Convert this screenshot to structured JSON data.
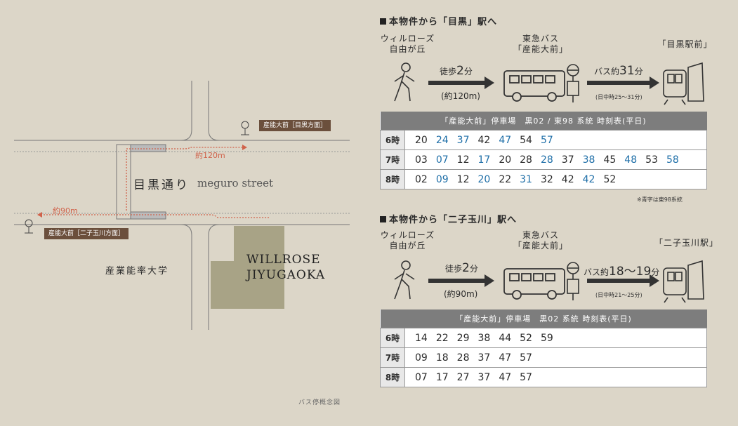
{
  "map": {
    "stop_top": "産能大前［目黒方面］",
    "stop_bottom": "産能大前［二子玉川方面］",
    "dist_top": "約120m",
    "dist_bottom": "約90m",
    "street_jp": "目黒通り",
    "street_en": "meguro street",
    "university": "産業能率大学",
    "building_line1": "WILLROSE",
    "building_line2": "JIYUGAOKA",
    "caption": "バス停概念図"
  },
  "route1": {
    "title": "本物件から「目黒」駅へ",
    "origin_line1": "ウィルローズ",
    "origin_line2": "自由が丘",
    "bus_line1": "東急バス",
    "bus_line2": "「産能大前」",
    "dest": "「目黒駅前」",
    "walk_prefix": "徒歩",
    "walk_num": "2",
    "walk_suffix": "分",
    "walk_dist": "(約120m)",
    "bus_prefix": "バス約",
    "bus_num": "31",
    "bus_suffix": "分",
    "bus_note": "(日中時25〜31分)",
    "table_title": "「産能大前」停車場　黒02 / 東98 系統 時刻表(平日)",
    "rows": [
      {
        "hour": "6時",
        "mins": [
          {
            "v": "20",
            "b": false
          },
          {
            "v": "24",
            "b": true
          },
          {
            "v": "37",
            "b": true
          },
          {
            "v": "42",
            "b": false
          },
          {
            "v": "47",
            "b": true
          },
          {
            "v": "54",
            "b": false
          },
          {
            "v": "57",
            "b": true
          }
        ]
      },
      {
        "hour": "7時",
        "mins": [
          {
            "v": "03",
            "b": false
          },
          {
            "v": "07",
            "b": true
          },
          {
            "v": "12",
            "b": false
          },
          {
            "v": "17",
            "b": true
          },
          {
            "v": "20",
            "b": false
          },
          {
            "v": "28",
            "b": false
          },
          {
            "v": "28",
            "b": true
          },
          {
            "v": "37",
            "b": false
          },
          {
            "v": "38",
            "b": true
          },
          {
            "v": "45",
            "b": false
          },
          {
            "v": "48",
            "b": true
          },
          {
            "v": "53",
            "b": false
          },
          {
            "v": "58",
            "b": true
          }
        ]
      },
      {
        "hour": "8時",
        "mins": [
          {
            "v": "02",
            "b": false
          },
          {
            "v": "09",
            "b": true
          },
          {
            "v": "12",
            "b": false
          },
          {
            "v": "20",
            "b": true
          },
          {
            "v": "22",
            "b": false
          },
          {
            "v": "31",
            "b": true
          },
          {
            "v": "32",
            "b": false
          },
          {
            "v": "42",
            "b": false
          },
          {
            "v": "42",
            "b": true
          },
          {
            "v": "52",
            "b": false
          }
        ]
      }
    ],
    "note": "※青字は東98系統"
  },
  "route2": {
    "title": "本物件から「二子玉川」駅へ",
    "origin_line1": "ウィルローズ",
    "origin_line2": "自由が丘",
    "bus_line1": "東急バス",
    "bus_line2": "「産能大前」",
    "dest": "「二子玉川駅」",
    "walk_prefix": "徒歩",
    "walk_num": "2",
    "walk_suffix": "分",
    "walk_dist": "(約90m)",
    "bus_prefix": "バス約",
    "bus_num": "18〜19",
    "bus_suffix": "分",
    "bus_note": "(日中時21〜25分)",
    "table_title": "「産能大前」停車場　黒02 系統 時刻表(平日)",
    "rows": [
      {
        "hour": "6時",
        "mins": [
          {
            "v": "14",
            "b": false
          },
          {
            "v": "22",
            "b": false
          },
          {
            "v": "29",
            "b": false
          },
          {
            "v": "38",
            "b": false
          },
          {
            "v": "44",
            "b": false
          },
          {
            "v": "52",
            "b": false
          },
          {
            "v": "59",
            "b": false
          }
        ]
      },
      {
        "hour": "7時",
        "mins": [
          {
            "v": "09",
            "b": false
          },
          {
            "v": "18",
            "b": false
          },
          {
            "v": "28",
            "b": false
          },
          {
            "v": "37",
            "b": false
          },
          {
            "v": "47",
            "b": false
          },
          {
            "v": "57",
            "b": false
          }
        ]
      },
      {
        "hour": "8時",
        "mins": [
          {
            "v": "07",
            "b": false
          },
          {
            "v": "17",
            "b": false
          },
          {
            "v": "27",
            "b": false
          },
          {
            "v": "37",
            "b": false
          },
          {
            "v": "47",
            "b": false
          },
          {
            "v": "57",
            "b": false
          }
        ]
      }
    ]
  },
  "colors": {
    "accent_blue": "#1f6fa8",
    "route_red": "#d0624a",
    "tag_brown": "#6b4f3c",
    "building": "#a8a386"
  }
}
